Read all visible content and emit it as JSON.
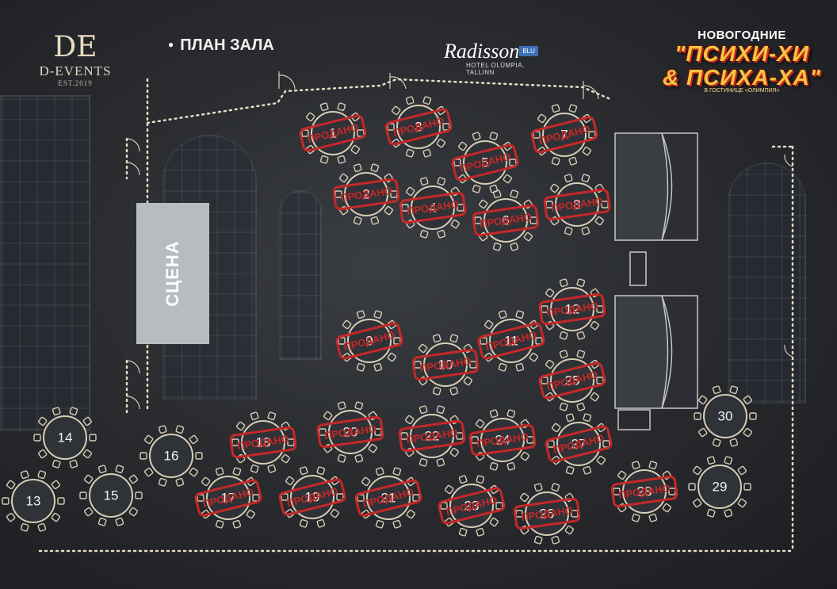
{
  "logo": {
    "monogram": "DE",
    "name": "D-EVENTS",
    "est": "EST.2019"
  },
  "header": {
    "plan_title": "ПЛАН ЗАЛА"
  },
  "hotel": {
    "brand": "Radisson",
    "badge": "BLU",
    "sub": "HOTEL OLÜMPIA, TALLINN"
  },
  "show": {
    "line1": "НОВОГОДНИЕ",
    "line2": "\"ПСИХИ-ХИ",
    "line3": "& ПСИХА-ХА\"",
    "line4": "В ГОСТИНИЦЕ «ОЛИМПИЯ»"
  },
  "stage": {
    "label": "СЦЕНА"
  },
  "sold_label": "ПРОДАНО",
  "colors": {
    "sold": "#c62828",
    "table_stroke": "#d8cdb6",
    "table_fill": "#2f3237",
    "stage": "#b9bcbf"
  },
  "tables": [
    {
      "number": "1",
      "sold": true
    },
    {
      "number": "2",
      "sold": true
    },
    {
      "number": "3",
      "sold": true
    },
    {
      "number": "4",
      "sold": true
    },
    {
      "number": "5",
      "sold": true
    },
    {
      "number": "6",
      "sold": true
    },
    {
      "number": "7",
      "sold": true
    },
    {
      "number": "8",
      "sold": true
    },
    {
      "number": "9",
      "sold": true
    },
    {
      "number": "10",
      "sold": true
    },
    {
      "number": "11",
      "sold": true
    },
    {
      "number": "12",
      "sold": true
    },
    {
      "number": "13",
      "sold": false
    },
    {
      "number": "14",
      "sold": false
    },
    {
      "number": "15",
      "sold": false
    },
    {
      "number": "16",
      "sold": false
    },
    {
      "number": "17",
      "sold": true
    },
    {
      "number": "18",
      "sold": true
    },
    {
      "number": "19",
      "sold": true
    },
    {
      "number": "20",
      "sold": true
    },
    {
      "number": "21",
      "sold": true
    },
    {
      "number": "22",
      "sold": true
    },
    {
      "number": "23",
      "sold": true
    },
    {
      "number": "24",
      "sold": true
    },
    {
      "number": "25",
      "sold": true
    },
    {
      "number": "26",
      "sold": true
    },
    {
      "number": "27",
      "sold": true
    },
    {
      "number": "28",
      "sold": true
    },
    {
      "number": "29",
      "sold": false
    },
    {
      "number": "30",
      "sold": false
    }
  ]
}
